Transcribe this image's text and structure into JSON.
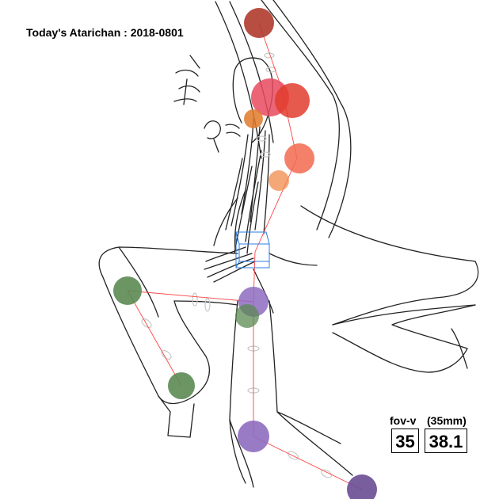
{
  "title": "Today's Atarichan : 2018-0801",
  "camera": {
    "fov_label": "fov-v",
    "fov_value": "35",
    "focal_label": "(35mm)",
    "focal_value": "38.1"
  },
  "colors": {
    "head": "#b03a2e",
    "face_main": "#e84a5f",
    "face_accent": "#e23c2e",
    "chest": "#f26a4f",
    "hip_left": "#5b8a52",
    "hip_right": "#8e6bbf",
    "foot_right": "#6a4c93",
    "gizmo": "#2a7de1",
    "bone": "#ff3333"
  }
}
